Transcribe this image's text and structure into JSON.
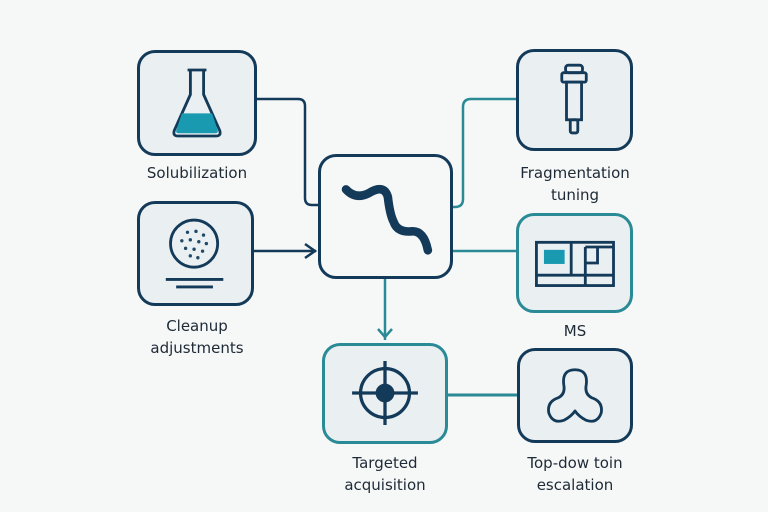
{
  "diagram": {
    "colors": {
      "dark": "#143a5a",
      "teal": "#2a8a96",
      "fill": "#eaeff2",
      "accent": "#1a9ab0",
      "background": "#f6f7f7"
    },
    "nodes": [
      {
        "id": "solubilization",
        "label": "Solubilization",
        "icon": "flask-icon"
      },
      {
        "id": "cleanup",
        "label_line1": "Cleanup",
        "label_line2": "adjustments",
        "icon": "petri-dish-icon"
      },
      {
        "id": "center",
        "label": "",
        "icon": "protein-chain-icon"
      },
      {
        "id": "fragmentation",
        "label_line1": "Fragmentation",
        "label_line2": "tuning",
        "icon": "syringe-column-icon"
      },
      {
        "id": "ms",
        "label": "MS",
        "icon": "mass-spectrometer-icon"
      },
      {
        "id": "targeted",
        "label_line1": "Targeted",
        "label_line2": "acquisition",
        "icon": "crosshair-icon"
      },
      {
        "id": "topdown",
        "label_line1": "Top-dow toin",
        "label_line2": "escalation",
        "icon": "trefoil-icon"
      }
    ],
    "edges": [
      {
        "from": "solubilization",
        "to": "center",
        "color": "dark",
        "arrow": false
      },
      {
        "from": "cleanup",
        "to": "center",
        "color": "dark",
        "arrow": true
      },
      {
        "from": "fragmentation",
        "to": "center",
        "color": "teal",
        "arrow": false
      },
      {
        "from": "center",
        "to": "ms",
        "color": "teal",
        "arrow": false
      },
      {
        "from": "center",
        "to": "targeted",
        "color": "teal",
        "arrow": true
      },
      {
        "from": "targeted",
        "to": "topdown",
        "color": "teal",
        "arrow": false
      }
    ]
  }
}
